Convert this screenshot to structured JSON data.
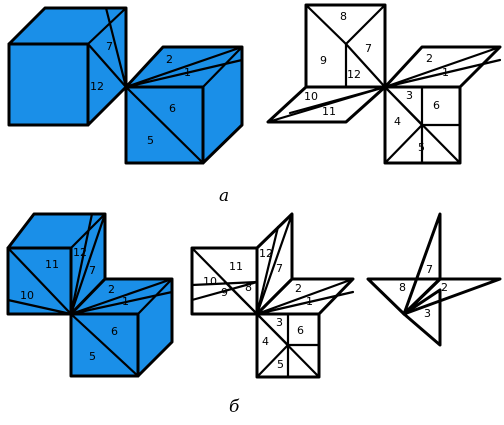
{
  "captions": {
    "a": "а",
    "b": "б"
  },
  "colors": {
    "face": "#1a8fe8",
    "line": "#000000",
    "background": "#ffffff"
  },
  "labels_a_left": [
    "7",
    "12",
    "2",
    "1",
    "6",
    "5"
  ],
  "labels_a_right": [
    "8",
    "9",
    "7",
    "12",
    "2",
    "1",
    "10",
    "11",
    "3",
    "6",
    "4",
    "5"
  ],
  "labels_b_left": [
    "12",
    "11",
    "7",
    "10",
    "2",
    "1",
    "6",
    "5"
  ],
  "labels_b_middle": [
    "12",
    "11",
    "7",
    "10",
    "9",
    "8",
    "2",
    "1",
    "3",
    "6",
    "4",
    "5"
  ],
  "labels_b_right": [
    "7",
    "8",
    "2",
    "3"
  ]
}
